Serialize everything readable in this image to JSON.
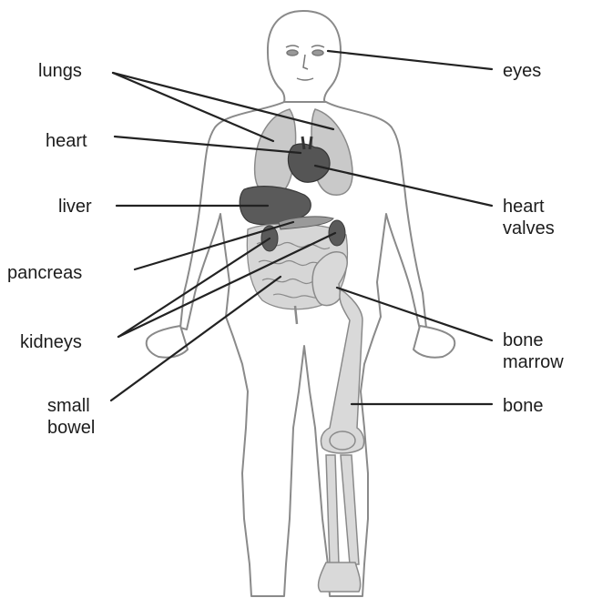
{
  "labels": {
    "lungs": "lungs",
    "heart": "heart",
    "liver": "liver",
    "pancreas": "pancreas",
    "kidneys": "kidneys",
    "small_bowel": [
      "small",
      "bowel"
    ],
    "eyes": "eyes",
    "heart_valves": [
      "heart",
      "valves"
    ],
    "bone_marrow": [
      "bone",
      "marrow"
    ],
    "bone": "bone"
  },
  "colors": {
    "outline": "#8a8a8a",
    "organ_light": "#c9c9c9",
    "organ_dark": "#5a5a5a",
    "bone": "#d9d9d9",
    "leader": "#222222",
    "text": "#1c1c1c"
  }
}
